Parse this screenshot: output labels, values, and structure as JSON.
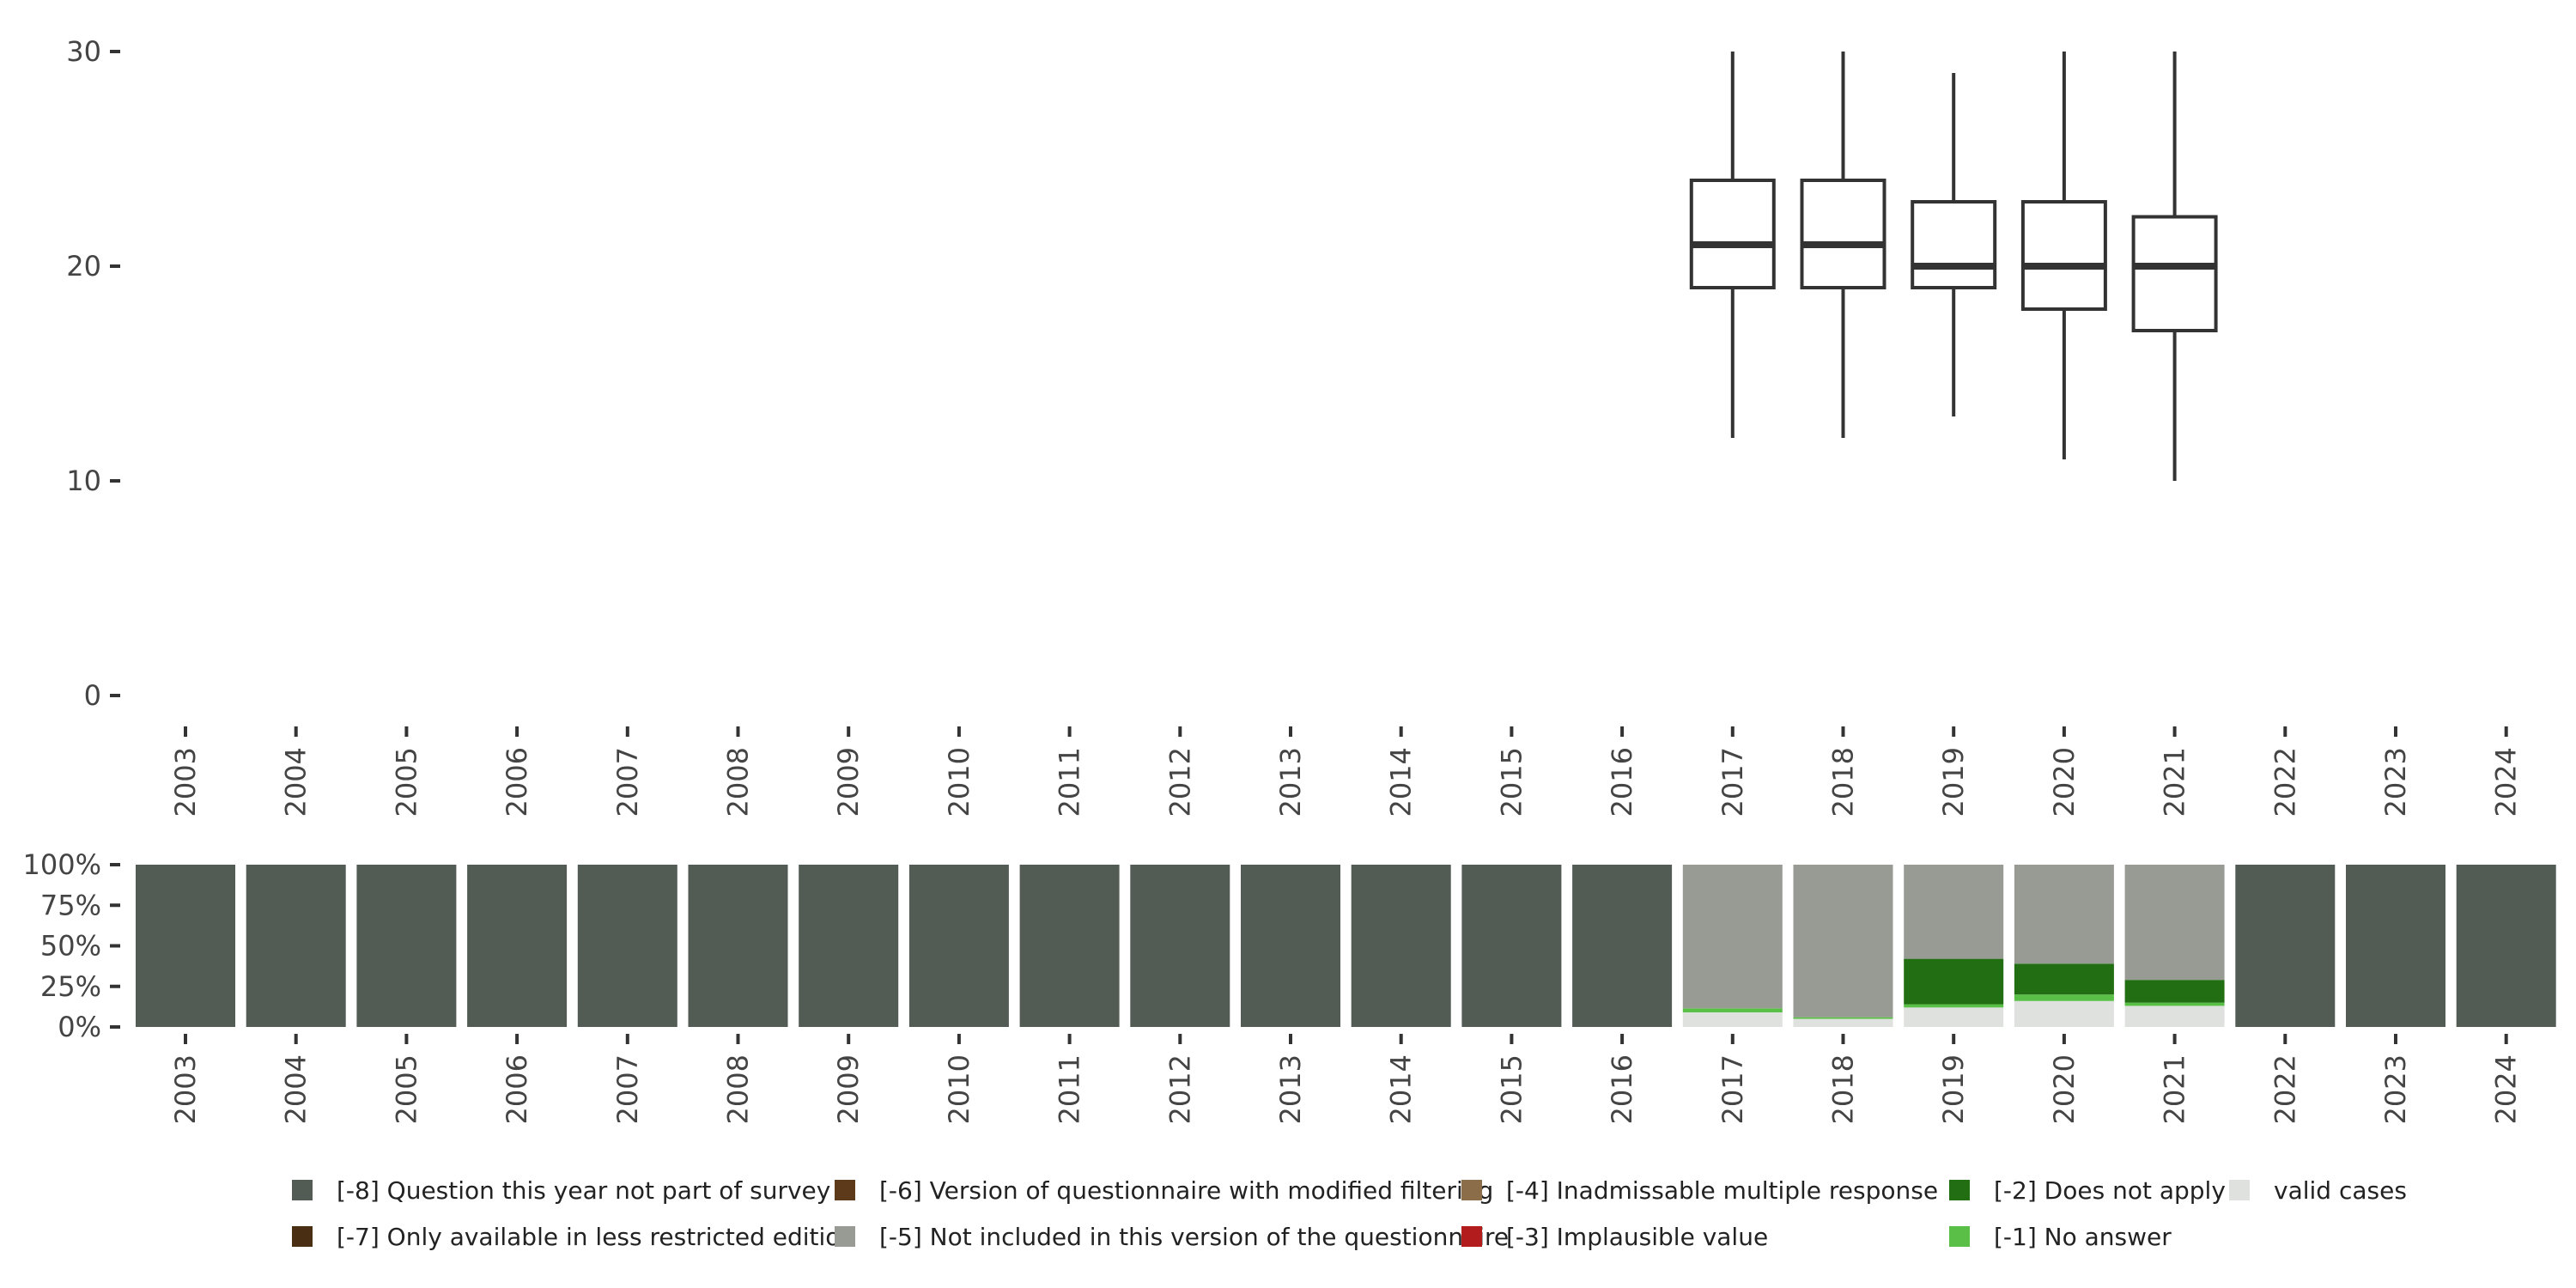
{
  "chart_data": [
    {
      "type": "boxplot",
      "categories": [
        "2003",
        "2004",
        "2005",
        "2006",
        "2007",
        "2008",
        "2009",
        "2010",
        "2011",
        "2012",
        "2013",
        "2014",
        "2015",
        "2016",
        "2017",
        "2018",
        "2019",
        "2020",
        "2021",
        "2022",
        "2023",
        "2024"
      ],
      "ylim": [
        0,
        30
      ],
      "yticks": [
        0,
        10,
        20,
        30
      ],
      "series": [
        {
          "year": "2017",
          "min": 12,
          "q1": 19,
          "median": 21,
          "q3": 24,
          "max": 30
        },
        {
          "year": "2018",
          "min": 12,
          "q1": 19,
          "median": 21,
          "q3": 24,
          "max": 30
        },
        {
          "year": "2019",
          "min": 13,
          "q1": 19,
          "median": 20,
          "q3": 23,
          "max": 29
        },
        {
          "year": "2020",
          "min": 11,
          "q1": 18,
          "median": 20,
          "q3": 23,
          "max": 30
        },
        {
          "year": "2021",
          "min": 10,
          "q1": 17,
          "median": 20,
          "q3": 22.3,
          "max": 30
        }
      ],
      "grid": false,
      "box_color": "#333333"
    },
    {
      "type": "stacked-bar",
      "categories": [
        "2003",
        "2004",
        "2005",
        "2006",
        "2007",
        "2008",
        "2009",
        "2010",
        "2011",
        "2012",
        "2013",
        "2014",
        "2015",
        "2016",
        "2017",
        "2018",
        "2019",
        "2020",
        "2021",
        "2022",
        "2023",
        "2024"
      ],
      "ylim": [
        0,
        100
      ],
      "yticks": [
        0,
        25,
        50,
        75,
        100
      ],
      "ytick_labels": [
        "0%",
        "25%",
        "50%",
        "75%",
        "100%"
      ],
      "stack_order": [
        "valid",
        "m1",
        "m2",
        "m5",
        "m8"
      ],
      "values": [
        {
          "valid": 0,
          "m1": 0,
          "m2": 0,
          "m5": 0,
          "m8": 100
        },
        {
          "valid": 0,
          "m1": 0,
          "m2": 0,
          "m5": 0,
          "m8": 100
        },
        {
          "valid": 0,
          "m1": 0,
          "m2": 0,
          "m5": 0,
          "m8": 100
        },
        {
          "valid": 0,
          "m1": 0,
          "m2": 0,
          "m5": 0,
          "m8": 100
        },
        {
          "valid": 0,
          "m1": 0,
          "m2": 0,
          "m5": 0,
          "m8": 100
        },
        {
          "valid": 0,
          "m1": 0,
          "m2": 0,
          "m5": 0,
          "m8": 100
        },
        {
          "valid": 0,
          "m1": 0,
          "m2": 0,
          "m5": 0,
          "m8": 100
        },
        {
          "valid": 0,
          "m1": 0,
          "m2": 0,
          "m5": 0,
          "m8": 100
        },
        {
          "valid": 0,
          "m1": 0,
          "m2": 0,
          "m5": 0,
          "m8": 100
        },
        {
          "valid": 0,
          "m1": 0,
          "m2": 0,
          "m5": 0,
          "m8": 100
        },
        {
          "valid": 0,
          "m1": 0,
          "m2": 0,
          "m5": 0,
          "m8": 100
        },
        {
          "valid": 0,
          "m1": 0,
          "m2": 0,
          "m5": 0,
          "m8": 100
        },
        {
          "valid": 0,
          "m1": 0,
          "m2": 0,
          "m5": 0,
          "m8": 100
        },
        {
          "valid": 0,
          "m1": 0,
          "m2": 0,
          "m5": 0,
          "m8": 100
        },
        {
          "valid": 9,
          "m1": 2.5,
          "m2": 0,
          "m5": 88.5,
          "m8": 0
        },
        {
          "valid": 5,
          "m1": 1,
          "m2": 0,
          "m5": 94,
          "m8": 0
        },
        {
          "valid": 12,
          "m1": 2,
          "m2": 28,
          "m5": 58,
          "m8": 0
        },
        {
          "valid": 16,
          "m1": 4,
          "m2": 19,
          "m5": 61,
          "m8": 0
        },
        {
          "valid": 13,
          "m1": 2,
          "m2": 14,
          "m5": 71,
          "m8": 0
        },
        {
          "valid": 0,
          "m1": 0,
          "m2": 0,
          "m5": 0,
          "m8": 100
        },
        {
          "valid": 0,
          "m1": 0,
          "m2": 0,
          "m5": 0,
          "m8": 100
        },
        {
          "valid": 0,
          "m1": 0,
          "m2": 0,
          "m5": 0,
          "m8": 100
        }
      ],
      "legend": [
        {
          "key": "m8",
          "label": "[-8] Question this year not part of survey",
          "color": "#535b55"
        },
        {
          "key": "m7",
          "label": "[-7] Only available in less restricted edition",
          "color": "#4a2e14"
        },
        {
          "key": "m6",
          "label": "[-6] Version of questionnaire with modified filtering",
          "color": "#5c3a1a"
        },
        {
          "key": "m5",
          "label": "[-5] Not included in this version of the questionnaire",
          "color": "#979b94"
        },
        {
          "key": "m4",
          "label": "[-4] Inadmissable multiple response",
          "color": "#8c6d4a"
        },
        {
          "key": "m3",
          "label": "[-3] Implausible value",
          "color": "#b31c1c"
        },
        {
          "key": "m2",
          "label": "[-2] Does not apply",
          "color": "#226e12"
        },
        {
          "key": "m1",
          "label": "[-1] No answer",
          "color": "#5abf46"
        },
        {
          "key": "valid",
          "label": "valid cases",
          "color": "#dfe1de"
        }
      ],
      "legend_placement": "bottom"
    }
  ]
}
